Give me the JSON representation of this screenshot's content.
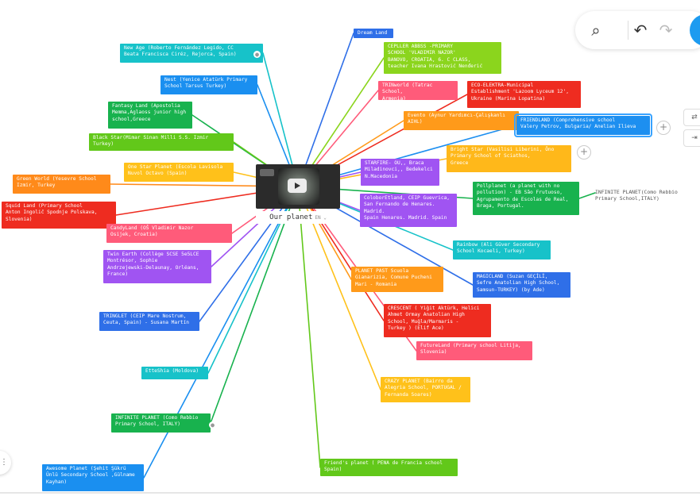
{
  "toolbar": {
    "search_icon": "search-icon",
    "undo_icon": "undo-icon",
    "redo_icon": "redo-icon"
  },
  "center": {
    "title": "Our planet",
    "subtitle": "EN ⌄"
  },
  "far_node": {
    "text": "INFINITE PLANET(Como Rebbio\nPrimary School,ITALY)"
  },
  "nodes": [
    {
      "text": "Dream Land",
      "color": "#2f6fe8"
    },
    {
      "text": "CEPLLER ABBSS -PRIMARY\nSCHOOL 'VLADIMIR NAZOR'\nBANOVO, CROATIA, 6. C CLASS,\nteacher Ivana Hrastović Nenđerić",
      "color": "#8bd51d"
    },
    {
      "text": "New Age (Roberto Fernández Legido, CC\nBeata Francisca Ciréz, Rejorca, Spain)",
      "color": "#17c2c9"
    },
    {
      "text": "Nest (Yenice Atatürk Primary\nSchool Tarsus Turkey)",
      "color": "#1a8ff0"
    },
    {
      "text": "TRINworld (Tatrac School,\nArmenia)",
      "color": "#ff5b7a"
    },
    {
      "text": "ECO-ELEKTRA-Municipal\nEstablishment 'Lazoom Lyceum 12',\nUkraine (Marina Lopatina)",
      "color": "#ee2c20"
    },
    {
      "text": "Fantasy Land (Apostolia\nMemma,Aglaoss junior high\nschool,Greece",
      "color": "#18b24e"
    },
    {
      "text": "Evento (Aynur Yardımcı-Çalışkanlı\nAIHL)",
      "color": "#ff9a1a"
    },
    {
      "text": "FRIENDLAND (Comprehensive school\nValery Petrov, Bulgaria/ Anelian Ilieva",
      "color": "#1d8ff0"
    },
    {
      "text": "Black Star(Mimar Sinan Milli S.S. Izmir\nTurkey)",
      "color": "#62c81a"
    },
    {
      "text": "Bright Star (Vasilisi Liberini, Ōno\nPrimary School of Sciathos,\nGreece",
      "color": "#ffb81a"
    },
    {
      "text": "One Star Planet (Escola Lavisola\nNuvol Octavo (Spain)",
      "color": "#ffc11a"
    },
    {
      "text": "STARFIRE- OU,, Braca\nMiladinovci,, Bedekelci\nN.Macedonia",
      "color": "#a054f2"
    },
    {
      "text": "Green World (Yesevre School\nIzmir, Turkey",
      "color": "#ff8a1a"
    },
    {
      "text": "Squid Land (Primary School\nAnton Ingolič Spodnje Polskava,\nSlovenia)",
      "color": "#ee2c20"
    },
    {
      "text": "ColoborEtland, CEIP Guevrica,\nSan Fernando de Henares.\nMadrid.\nSpain Henares. Madrid. Spain",
      "color": "#a054f2"
    },
    {
      "text": "Pollplanet (a planet with no\npollution) - EB São Frutuoso,\nAgrupamento de Escolas de Real,\nBraga, Portugal.",
      "color": "#18b24e"
    },
    {
      "text": "CandyLand (OŠ Vladimir Nazor\nOsijek, Croatia)",
      "color": "#ff5b7a"
    },
    {
      "text": "Twin Earth (Collège SCSE 5e5LCE\nMontrésor, Sophie\nAndrzejewski-Delaunay, Orléans,\nFrance)",
      "color": "#a054f2"
    },
    {
      "text": "Rainbow (Ali Güver Secondary\nSchool Kocaeli, Turkey)",
      "color": "#17c2c9"
    },
    {
      "text": "PLANET PAST Scuola\nGianarizia, Comune Pucheni\nMari - Romania",
      "color": "#ff9a1a"
    },
    {
      "text": "MAGICLAND (Suzan GEÇİLİ,\nSefre Anatolian High School,\nSamsun-TURKEY) (by Ade)",
      "color": "#2f6fe8"
    },
    {
      "text": "TRINGLET (CEIP Mare Nostrum,\nCeuta, Spain) - Susana Martín",
      "color": "#2f6fe8"
    },
    {
      "text": "CRESCENT ( Yiğit Aktürk, Helici\nAhmet Ormay Anatolian High\nSchool, Muğla/Marmaris -\nTurkey ) (Elif Ace)",
      "color": "#ee2c20"
    },
    {
      "text": "FutureLand (Primary school Litija,\nSlovenia)",
      "color": "#ff5b7a"
    },
    {
      "text": "EtteShia (Moldova)",
      "color": "#17c2c9"
    },
    {
      "text": "CRAZY PLANET (Bairro da\nAlegria School, PORTUGAL /\nFernanda Soares)",
      "color": "#ffc11a"
    },
    {
      "text": "INFINITE PLANET (Como Rebbio\nPrimary School, ITALY)",
      "color": "#18b24e"
    },
    {
      "text": "Friend's planet ( PENA de Francia school\nSpain)",
      "color": "#62c81a"
    },
    {
      "text": "Awesome Planet (Şehit Şükrü\nÜnlü Secondary School ,Gülname\nKayhan)",
      "color": "#1a8ff0"
    }
  ]
}
